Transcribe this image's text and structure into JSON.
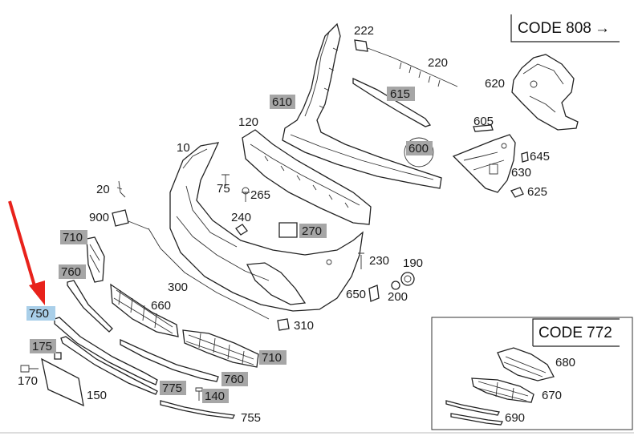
{
  "codes": {
    "main": {
      "label": "CODE 808",
      "arrow": "→"
    },
    "inset": {
      "label": "CODE 772"
    }
  },
  "parts": [
    {
      "id": "222",
      "highlight": "none"
    },
    {
      "id": "220",
      "highlight": "none"
    },
    {
      "id": "620",
      "highlight": "none"
    },
    {
      "id": "610",
      "highlight": "gray"
    },
    {
      "id": "615",
      "highlight": "gray"
    },
    {
      "id": "605",
      "highlight": "none"
    },
    {
      "id": "120",
      "highlight": "none"
    },
    {
      "id": "600",
      "highlight": "gray"
    },
    {
      "id": "10",
      "highlight": "none"
    },
    {
      "id": "645",
      "highlight": "none"
    },
    {
      "id": "630",
      "highlight": "none"
    },
    {
      "id": "625",
      "highlight": "none"
    },
    {
      "id": "20",
      "highlight": "none"
    },
    {
      "id": "75",
      "highlight": "none"
    },
    {
      "id": "265",
      "highlight": "none"
    },
    {
      "id": "900",
      "highlight": "none"
    },
    {
      "id": "240",
      "highlight": "none"
    },
    {
      "id": "270",
      "highlight": "gray"
    },
    {
      "id": "710",
      "highlight": "gray"
    },
    {
      "id": "230",
      "highlight": "none"
    },
    {
      "id": "190",
      "highlight": "none"
    },
    {
      "id": "760",
      "highlight": "gray"
    },
    {
      "id": "300",
      "highlight": "none"
    },
    {
      "id": "650",
      "highlight": "none"
    },
    {
      "id": "200",
      "highlight": "none"
    },
    {
      "id": "660",
      "highlight": "none"
    },
    {
      "id": "750",
      "highlight": "blue"
    },
    {
      "id": "310",
      "highlight": "none"
    },
    {
      "id": "175",
      "highlight": "gray"
    },
    {
      "id": "710",
      "highlight": "gray"
    },
    {
      "id": "170",
      "highlight": "none"
    },
    {
      "id": "760",
      "highlight": "gray"
    },
    {
      "id": "150",
      "highlight": "none"
    },
    {
      "id": "775",
      "highlight": "gray"
    },
    {
      "id": "140",
      "highlight": "gray"
    },
    {
      "id": "755",
      "highlight": "none"
    },
    {
      "id": "680",
      "highlight": "none"
    },
    {
      "id": "670",
      "highlight": "none"
    },
    {
      "id": "690",
      "highlight": "none"
    }
  ],
  "colors": {
    "gray_highlight": "#a6a6a6",
    "blue_highlight": "#a9cfe9",
    "pointer_arrow": "#e8221b",
    "line": "#222222"
  },
  "pointer": {
    "target_part": "750",
    "icon": "red-arrow-icon"
  }
}
